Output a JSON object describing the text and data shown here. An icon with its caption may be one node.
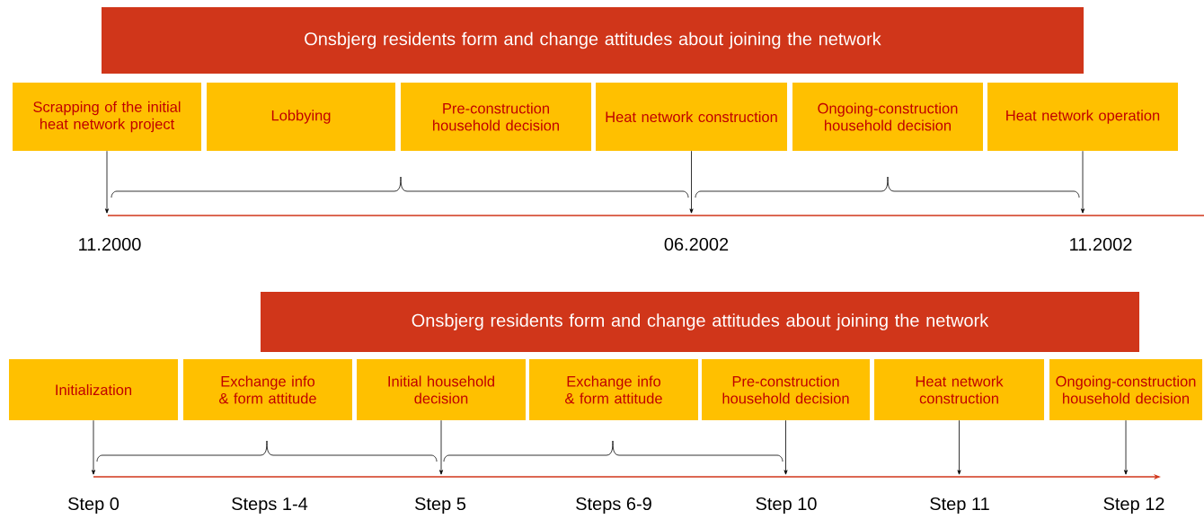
{
  "diagram": {
    "nodes": [
      {
        "text": [
          "Onsbjerg residents form and change attitudes about joining the network"
        ]
      },
      {
        "text": [
          "Scrapping of the initial heat network project"
        ]
      },
      {
        "text": [
          "Lobbying"
        ]
      },
      {
        "text": [
          "Pre-construction household decision"
        ]
      },
      {
        "text": [
          "Heat network construction"
        ]
      },
      {
        "text": [
          "Ongoing-construction household decision"
        ]
      },
      {
        "text": [
          "Heat network operation"
        ]
      },
      {
        "text": [],
        "shape": "line"
      },
      {
        "text": [
          "Onsbjerg residents form and change attitudes about joining the network"
        ]
      },
      {
        "text": [
          "Initialization"
        ]
      },
      {
        "text": [
          "Exchange info & form attitude"
        ]
      },
      {
        "text": [
          "Initial household decision"
        ]
      },
      {
        "text": [
          "Exchange info & form attitude"
        ]
      },
      {
        "text": [
          "Pre-construction household decision"
        ]
      },
      {
        "text": [
          "Heat network construction"
        ]
      },
      {
        "text": [
          "Ongoing-construction household decision"
        ]
      },
      {
        "text": [],
        "shape": "arrow"
      }
    ],
    "edges": [
      {
        "from": 1,
        "to": 7,
        "arrow": "to"
      },
      {
        "from": 4,
        "to": 7,
        "arrow": "to"
      },
      {
        "from": 6,
        "to": 7,
        "arrow": "to"
      },
      {
        "from": 9,
        "to": 16,
        "arrow": "to"
      },
      {
        "from": 11,
        "to": 16,
        "arrow": "to"
      },
      {
        "from": 13,
        "to": 16,
        "arrow": "to"
      },
      {
        "from": 14,
        "to": 16,
        "arrow": "to"
      },
      {
        "from": 15,
        "to": 16,
        "arrow": "to"
      }
    ],
    "labels": [
      "11.2000",
      "06.2002",
      "11.2002",
      "Step 0",
      "Steps 1-4",
      "Step 5",
      "Steps 6-9",
      "Step 10",
      "Step 11",
      "Step 12"
    ]
  }
}
